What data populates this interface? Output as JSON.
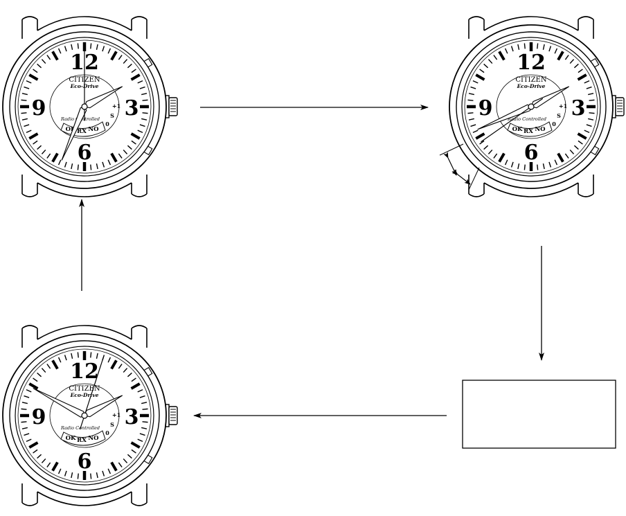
{
  "watch": {
    "brand": "CITIZEN",
    "model": "Eco-Drive",
    "caption": "Radio Controlled",
    "numerals": [
      "12",
      "3",
      "6",
      "9"
    ],
    "status": [
      "OK",
      "RX",
      "NO"
    ],
    "scale": [
      "0",
      "S",
      "+1"
    ]
  },
  "watches": [
    {
      "id": "top-left",
      "hour_deg": 62,
      "minute_deg": 203,
      "second_deg": 0
    },
    {
      "id": "top-right",
      "hour_deg": 62,
      "minute_deg": 247,
      "second_deg": 235
    },
    {
      "id": "bottom-left",
      "hour_deg": 62,
      "minute_deg": 298,
      "second_deg": 18
    }
  ],
  "box": {
    "label": ""
  }
}
